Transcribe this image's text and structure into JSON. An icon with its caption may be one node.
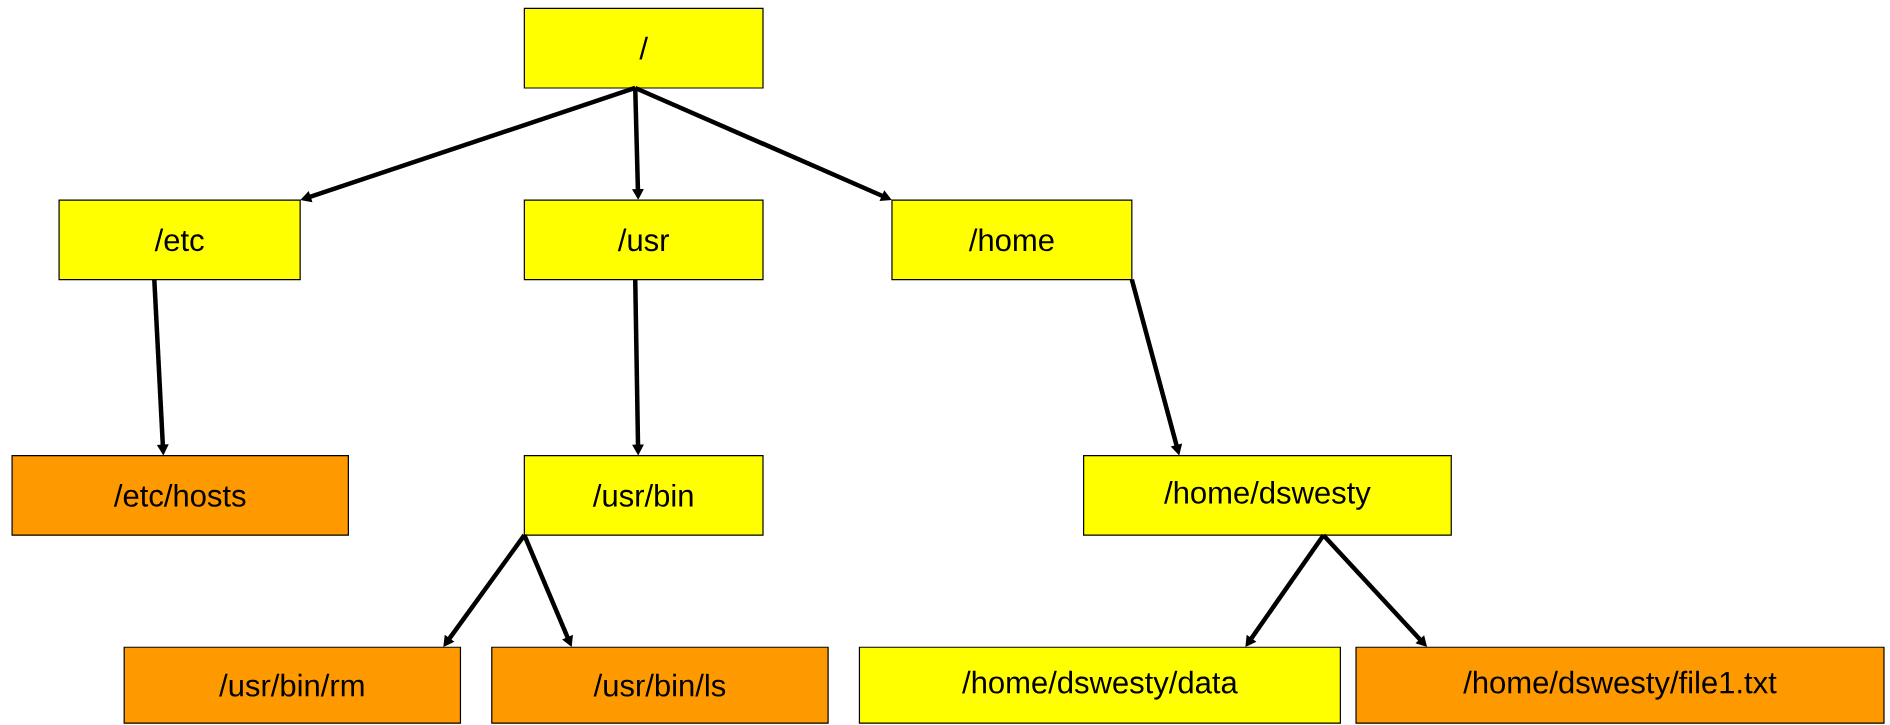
{
  "diagram": {
    "nodes": [
      {
        "text": [
          "/"
        ]
      },
      {
        "text": [
          "/etc"
        ]
      },
      {
        "text": [
          "/usr"
        ]
      },
      {
        "text": [
          "/home"
        ]
      },
      {
        "text": [
          "/etc/hosts"
        ]
      },
      {
        "text": [
          "/usr/bin"
        ]
      },
      {
        "text": [
          "/home/dswesty"
        ]
      },
      {
        "text": [
          "/usr/bin/rm"
        ]
      },
      {
        "text": [
          "/usr/bin/ls"
        ]
      },
      {
        "text": [
          "/home/dswesty/data"
        ]
      },
      {
        "text": [
          "/home/dswesty/file1.txt"
        ]
      }
    ],
    "edges": [
      {
        "from": 0,
        "to": 1,
        "arrow": "to"
      },
      {
        "from": 0,
        "to": 2,
        "arrow": "to"
      },
      {
        "from": 0,
        "to": 3,
        "arrow": "to"
      },
      {
        "from": 1,
        "to": 4,
        "arrow": "to"
      },
      {
        "from": 2,
        "to": 5,
        "arrow": "to"
      },
      {
        "from": 3,
        "to": 6,
        "arrow": "to"
      },
      {
        "from": 5,
        "to": 7,
        "arrow": "to"
      },
      {
        "from": 5,
        "to": 8,
        "arrow": "to"
      },
      {
        "from": 6,
        "to": 9,
        "arrow": "to"
      },
      {
        "from": 6,
        "to": 10,
        "arrow": "to"
      }
    ]
  }
}
